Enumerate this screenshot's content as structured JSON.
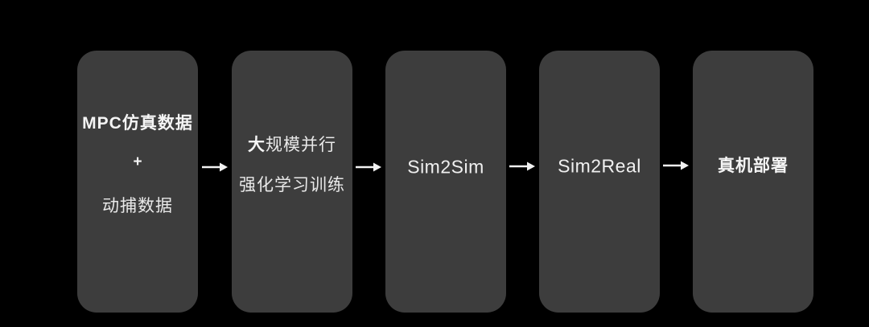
{
  "style": {
    "canvas_bg": "#000000",
    "box_fill": "#3d3d3d",
    "text_primary": "#f5f5f5",
    "text_secondary": "#e9e9e9",
    "arrow_color": "#f2f2f2"
  },
  "flow": {
    "connector_icon": "arrow-right",
    "stages": [
      {
        "name": "training-data",
        "line1": "MPC仿真数据",
        "line2": "+",
        "line3": "动捕数据"
      },
      {
        "name": "rl-training",
        "line1_lead": "大",
        "line1_rest": "规模并行",
        "line2": "强化学习训练"
      },
      {
        "name": "sim2sim",
        "label": "Sim2Sim"
      },
      {
        "name": "sim2real",
        "label": "Sim2Real"
      },
      {
        "name": "deployment",
        "label": "真机部署"
      }
    ]
  }
}
